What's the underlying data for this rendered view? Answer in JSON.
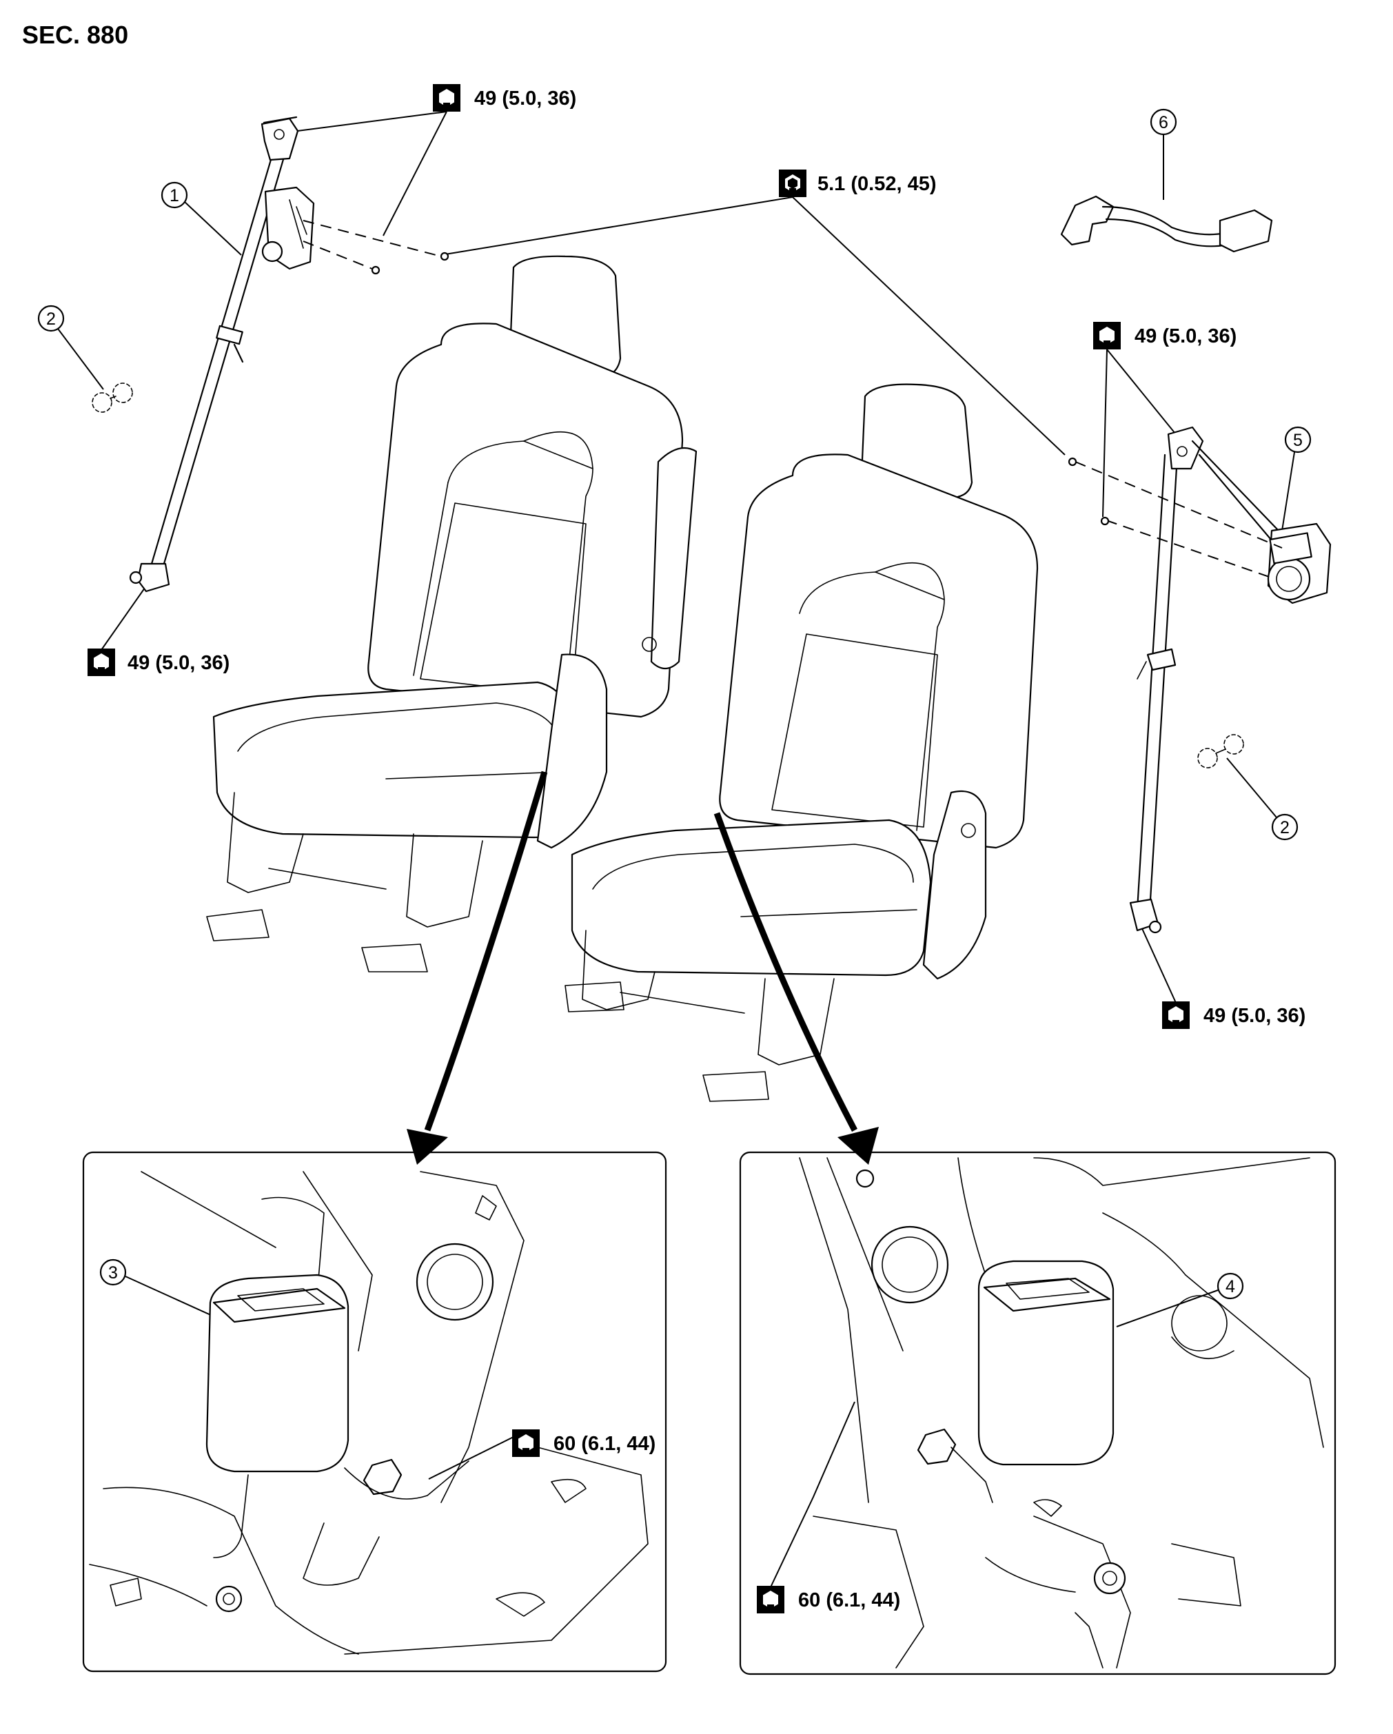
{
  "title": "SEC. 880",
  "torque_labels": {
    "t1": "49 (5.0, 36)",
    "t2": "5.1 (0.52, 45)",
    "t3": "49 (5.0, 36)",
    "t4": "49 (5.0, 36)",
    "t5": "49 (5.0, 36)",
    "t6": "60 (6.1, 44)",
    "t7": "60 (6.1, 44)"
  },
  "callouts": {
    "c1": "1",
    "c2a": "2",
    "c2b": "2",
    "c3": "3",
    "c4": "4",
    "c5": "5",
    "c6": "6"
  }
}
